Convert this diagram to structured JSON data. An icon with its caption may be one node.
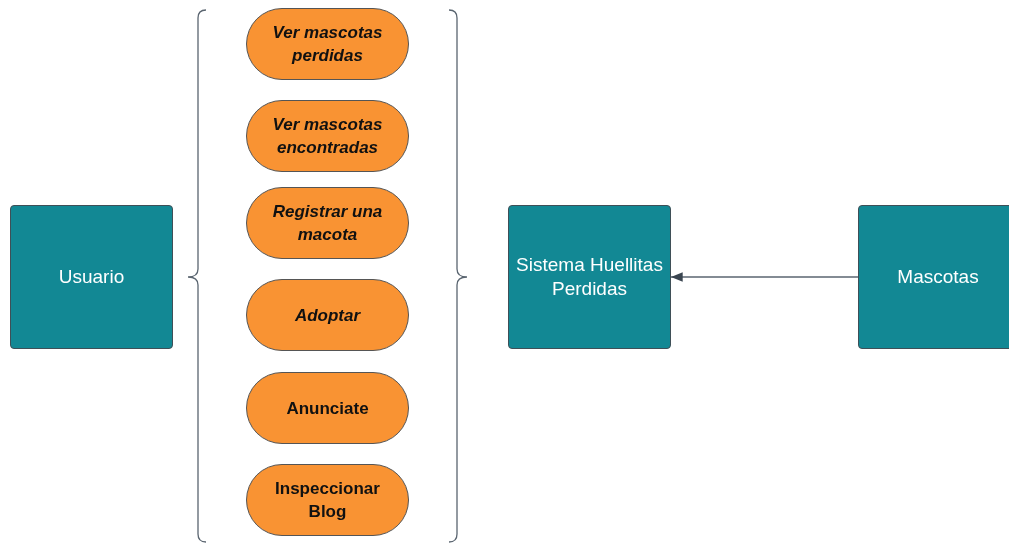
{
  "diagram": {
    "nodes": [
      {
        "text": [
          "Usuario"
        ]
      },
      {
        "text": [
          "Ver mascotas perdidas"
        ]
      },
      {
        "text": [
          "Ver mascotas encontradas"
        ]
      },
      {
        "text": [
          "Registrar una macota"
        ]
      },
      {
        "text": [
          "Adoptar"
        ]
      },
      {
        "text": [
          "Anunciate"
        ]
      },
      {
        "text": [
          "Inspeccionar Blog"
        ]
      },
      {
        "text": [
          "Sistema Huellitas Perdidas"
        ]
      },
      {
        "text": [
          "Mascotas"
        ]
      }
    ],
    "edges": [
      {
        "from": 8,
        "to": 7,
        "arrow": "to"
      }
    ]
  }
}
